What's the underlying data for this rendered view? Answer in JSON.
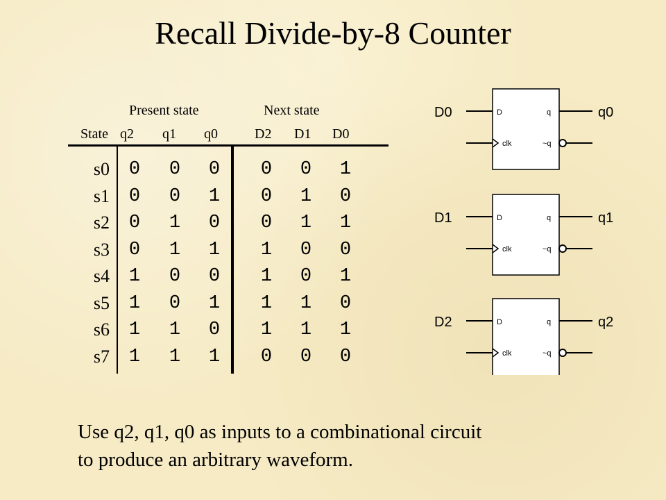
{
  "title": "Recall Divide-by-8 Counter",
  "table": {
    "group_headers": {
      "present": "Present state",
      "next": "Next state"
    },
    "columns": [
      "State",
      "q2",
      "q1",
      "q0",
      "D2",
      "D1",
      "D0"
    ],
    "rows": [
      {
        "state": "s0",
        "q2": "0",
        "q1": "0",
        "q0": "0",
        "D2": "0",
        "D1": "0",
        "D0": "1"
      },
      {
        "state": "s1",
        "q2": "0",
        "q1": "0",
        "q0": "1",
        "D2": "0",
        "D1": "1",
        "D0": "0"
      },
      {
        "state": "s2",
        "q2": "0",
        "q1": "1",
        "q0": "0",
        "D2": "0",
        "D1": "1",
        "D0": "1"
      },
      {
        "state": "s3",
        "q2": "0",
        "q1": "1",
        "q0": "1",
        "D2": "1",
        "D1": "0",
        "D0": "0"
      },
      {
        "state": "s4",
        "q2": "1",
        "q1": "0",
        "q0": "0",
        "D2": "1",
        "D1": "0",
        "D0": "1"
      },
      {
        "state": "s5",
        "q2": "1",
        "q1": "0",
        "q0": "1",
        "D2": "1",
        "D1": "1",
        "D0": "0"
      },
      {
        "state": "s6",
        "q2": "1",
        "q1": "1",
        "q0": "0",
        "D2": "1",
        "D1": "1",
        "D0": "1"
      },
      {
        "state": "s7",
        "q2": "1",
        "q1": "1",
        "q0": "1",
        "D2": "0",
        "D1": "0",
        "D0": "0"
      }
    ]
  },
  "flipflops": [
    {
      "input": "D0",
      "output": "q0",
      "pin_d": "D",
      "pin_clk": "clk",
      "pin_q": "q",
      "pin_qn": "~q"
    },
    {
      "input": "D1",
      "output": "q1",
      "pin_d": "D",
      "pin_clk": "clk",
      "pin_q": "q",
      "pin_qn": "~q"
    },
    {
      "input": "D2",
      "output": "q2",
      "pin_d": "D",
      "pin_clk": "clk",
      "pin_q": "q",
      "pin_qn": "~q"
    }
  ],
  "caption": {
    "line1": "Use q2, q1, q0 as inputs to a combinational circuit",
    "line2": "to produce an arbitrary waveform."
  }
}
